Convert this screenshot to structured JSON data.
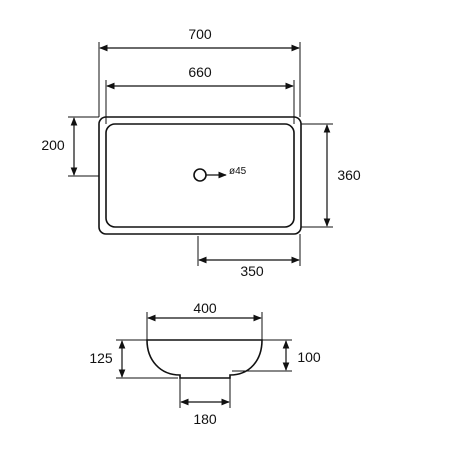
{
  "top_view": {
    "overall_width": "700",
    "inner_width": "660",
    "depth_offset": "200",
    "overall_depth": "360",
    "drain_offset": "350",
    "drain_diameter": "ø45"
  },
  "side_view": {
    "top_width": "400",
    "overall_height": "125",
    "bowl_height": "100",
    "base_width": "180"
  }
}
